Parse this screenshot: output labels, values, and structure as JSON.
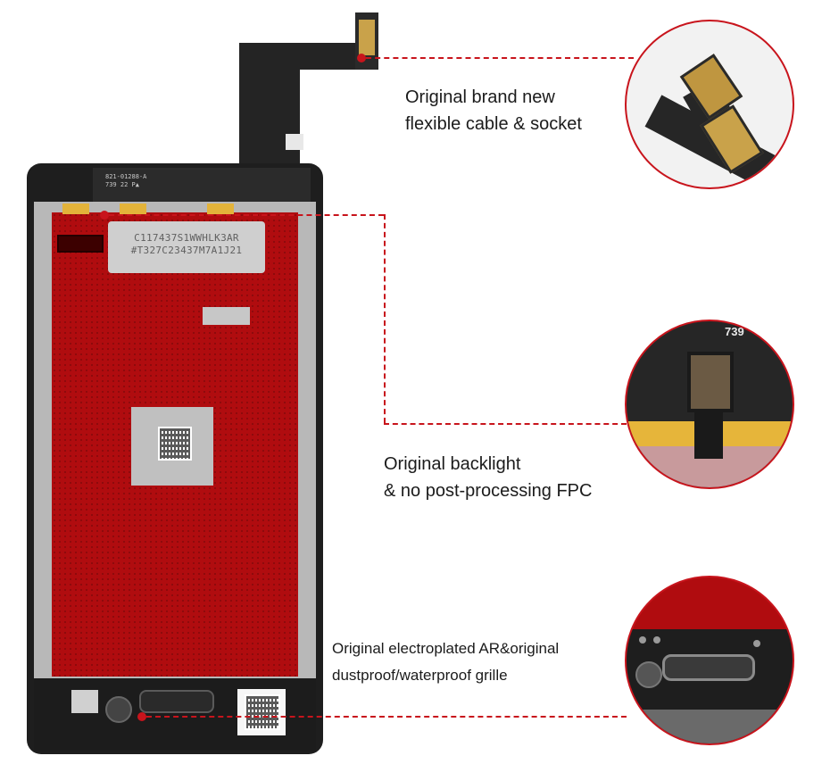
{
  "product": {
    "sticker_line1": "C117437S1WWHLK3AR",
    "sticker_line2": "#T327C23437M7A1J21",
    "cable_line1": "821-01288-A",
    "cable_line2": "739  22 P▲"
  },
  "callouts": [
    {
      "line1": "Original brand new",
      "line2": "flexible cable & socket"
    },
    {
      "line1": "Original backlight",
      "line2": "& no post-processing FPC"
    },
    {
      "line1": "Original electroplated AR&original",
      "line2": "dustproof/waterproof grille"
    }
  ],
  "zoom2": {
    "number": "739"
  },
  "colors": {
    "accent": "#c8141c",
    "panel_red": "#b00c0f",
    "frame": "#1e1e1e",
    "tab_yellow": "#e3b33a"
  },
  "icons": [
    "callout-dot-icon",
    "qr-code-icon"
  ]
}
